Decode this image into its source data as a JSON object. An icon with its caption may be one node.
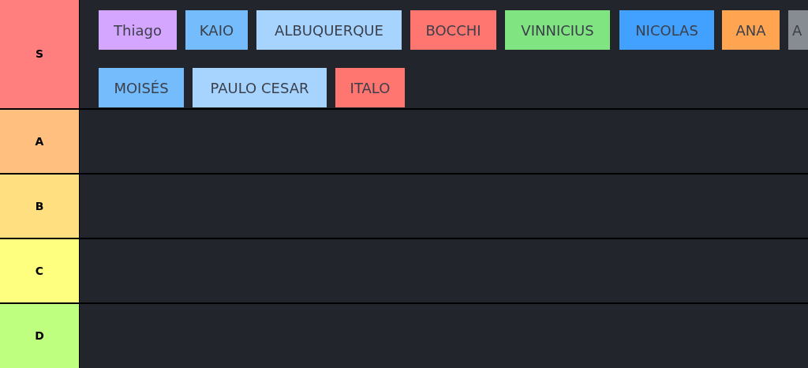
{
  "diagram": {
    "nodes": [
      {
        "text": [
          "S"
        ]
      },
      {
        "text": [
          "Thiago"
        ],
        "in": 0
      },
      {
        "text": [
          "KAIO"
        ],
        "in": 0
      },
      {
        "text": [
          "ALBUQUERQUE"
        ],
        "in": 0
      },
      {
        "text": [
          "BOCCHI"
        ],
        "in": 0
      },
      {
        "text": [
          "VINNICIUS"
        ],
        "in": 0
      },
      {
        "text": [
          "NICOLAS"
        ],
        "in": 0
      },
      {
        "text": [
          "ANA"
        ],
        "in": 0
      },
      {
        "text": [
          "A"
        ],
        "in": 0
      },
      {
        "text": [
          "MOISÉS"
        ],
        "in": 0
      },
      {
        "text": [
          "PAULO CESAR"
        ],
        "in": 0
      },
      {
        "text": [
          "ITALO"
        ],
        "in": 0
      },
      {
        "text": [
          "A"
        ]
      },
      {
        "text": [
          "B"
        ]
      },
      {
        "text": [
          "C"
        ]
      },
      {
        "text": [
          "D"
        ]
      }
    ]
  }
}
